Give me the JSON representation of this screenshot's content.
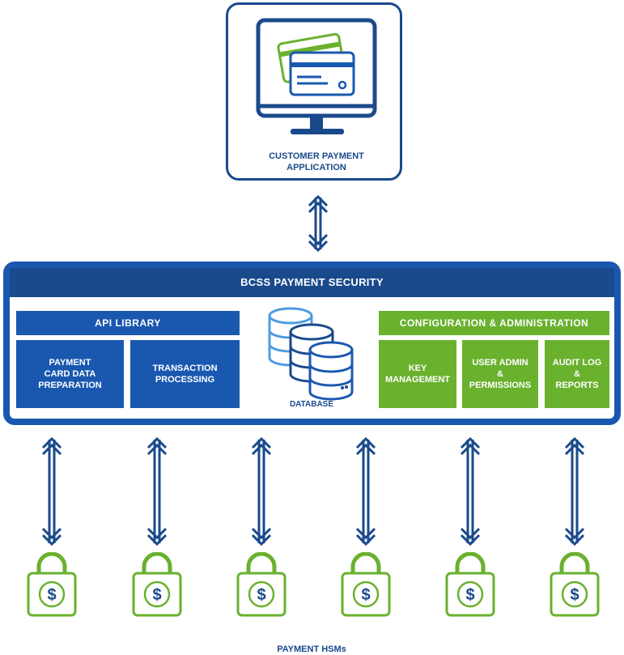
{
  "customer_app": {
    "label_line1": "CUSTOMER PAYMENT",
    "label_line2": "APPLICATION"
  },
  "main": {
    "title": "BCSS PAYMENT SECURITY",
    "api_library": {
      "title": "API LIBRARY",
      "items": [
        {
          "l1": "PAYMENT",
          "l2": "CARD DATA",
          "l3": "PREPARATION"
        },
        {
          "l1": "TRANSACTION",
          "l2": "PROCESSING"
        }
      ]
    },
    "database": {
      "label": "DATABASE"
    },
    "config": {
      "title": "CONFIGURATION  & ADMINISTRATION",
      "items": [
        {
          "l1": "KEY",
          "l2": "MANAGEMENT"
        },
        {
          "l1": "USER ADMIN",
          "l2": "&",
          "l3": "PERMISSIONS"
        },
        {
          "l1": "AUDIT LOG",
          "l2": "&",
          "l3": "REPORTS"
        }
      ]
    }
  },
  "hsm": {
    "label": "PAYMENT HSMs",
    "symbol": "$"
  },
  "colors": {
    "navy": "#1a4a8c",
    "blue": "#1a58b0",
    "green": "#6ab12e",
    "light_blue": "#4d9be0"
  }
}
